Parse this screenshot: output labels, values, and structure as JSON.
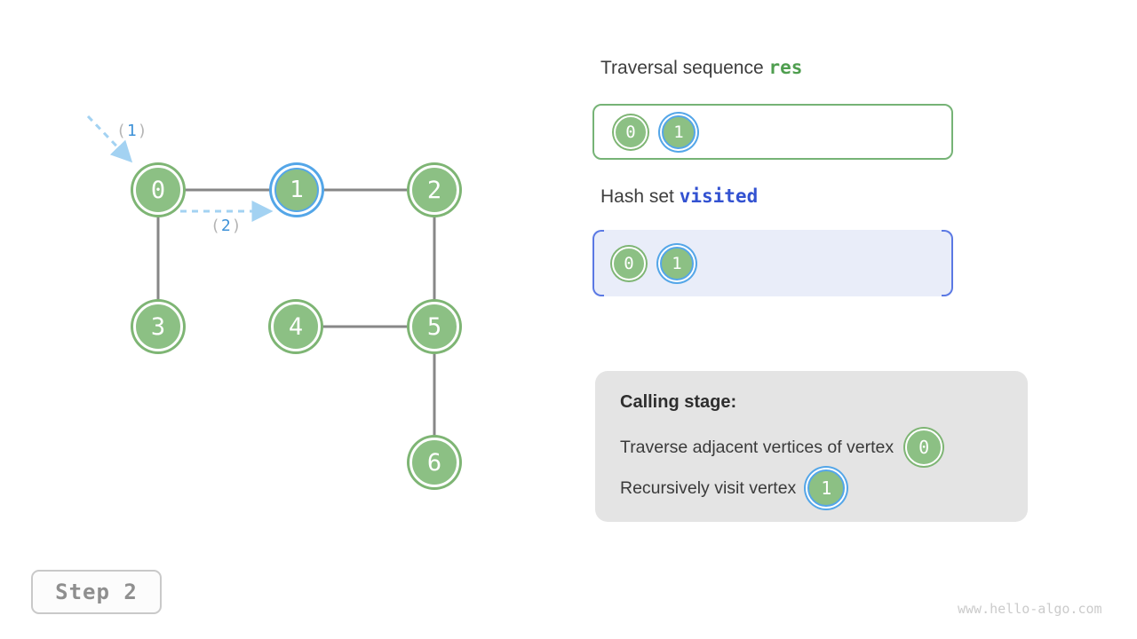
{
  "colors": {
    "node_fill_green": "#8cc084",
    "node_ring_green": "#7eb574",
    "highlight_blue": "#54a6e8",
    "edge_gray": "#878787",
    "dashed_arrow_blue": "#a3d2f2",
    "arrow_label_digit_blue": "#3e92d8",
    "res_code_green": "#4f9e4f",
    "visited_code_blue": "#3352d1",
    "set_box_bg": "#e9edf9",
    "set_box_border_blue": "#5b79e4",
    "calling_panel_gray": "#e4e4e4"
  },
  "graph": {
    "nodes": [
      {
        "id": "0",
        "highlighted": false
      },
      {
        "id": "1",
        "highlighted": true
      },
      {
        "id": "2",
        "highlighted": false
      },
      {
        "id": "3",
        "highlighted": false
      },
      {
        "id": "4",
        "highlighted": false
      },
      {
        "id": "5",
        "highlighted": false
      },
      {
        "id": "6",
        "highlighted": false
      }
    ],
    "edges": [
      "0-1",
      "1-2",
      "0-3",
      "2-5",
      "4-5",
      "5-6"
    ],
    "arrow_labels": [
      {
        "open": "(",
        "num": "1",
        "close": ")"
      },
      {
        "open": "(",
        "num": "2",
        "close": ")"
      }
    ]
  },
  "traversal": {
    "title_prefix": "Traversal sequence ",
    "title_code": "res",
    "items": [
      {
        "id": "0",
        "highlighted": false
      },
      {
        "id": "1",
        "highlighted": true
      }
    ]
  },
  "visited": {
    "title_prefix": "Hash set ",
    "title_code": "visited",
    "items": [
      {
        "id": "0",
        "highlighted": false
      },
      {
        "id": "1",
        "highlighted": true
      }
    ]
  },
  "calling": {
    "title": "Calling stage:",
    "lines": [
      {
        "text": "Traverse adjacent vertices of vertex",
        "node": "0",
        "highlighted": false
      },
      {
        "text": "Recursively visit vertex",
        "node": "1",
        "highlighted": true
      }
    ]
  },
  "footer": {
    "step": "Step 2",
    "watermark": "www.hello-algo.com"
  }
}
